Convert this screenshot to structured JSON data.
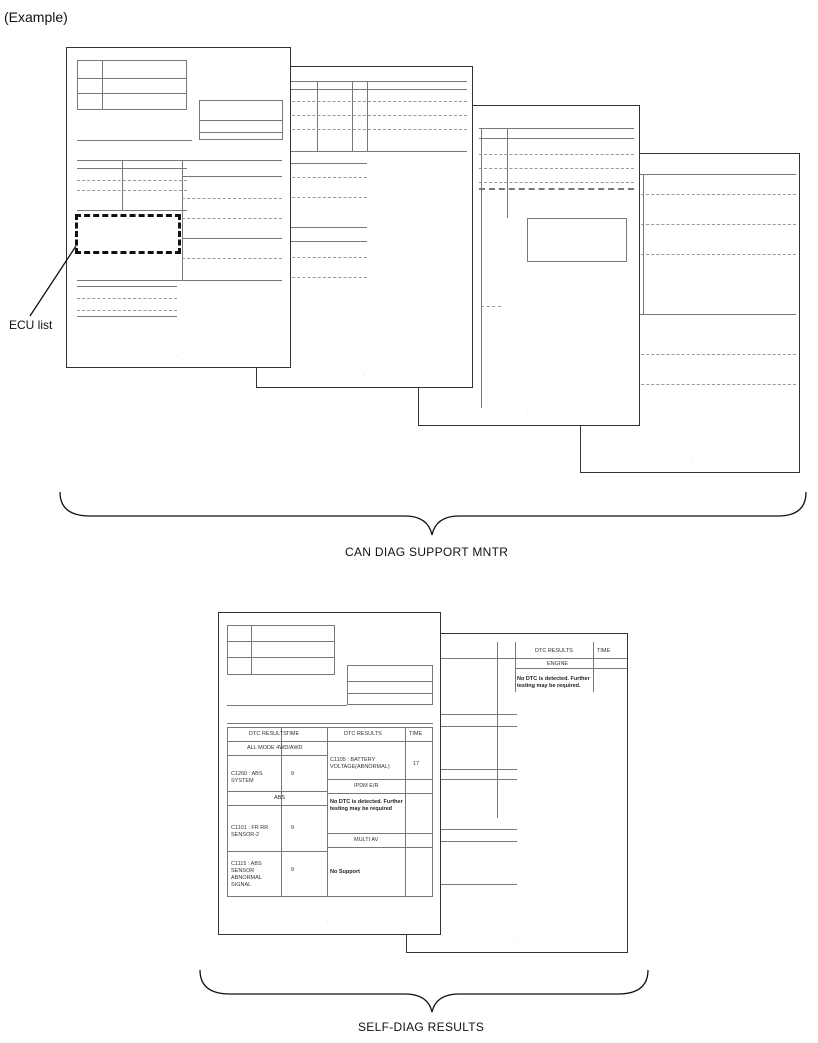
{
  "example_label": "(Example)",
  "callout_label": "ECU list",
  "group_labels": {
    "can": "CAN DIAG SUPPORT MNTR",
    "self": "SELF-DIAG RESULTS"
  },
  "self_diag_front": {
    "col_dtc": "DTC RESULTS",
    "col_time": "TIME",
    "right_col_dtc": "DTC RESULTS",
    "right_col_time": "TIME",
    "section_header": "ALL MODE 4WD/AWD",
    "left_rows": [
      {
        "code": "C1260 : ABS SYSTEM",
        "time": "9"
      },
      {
        "code": "C1101 : FR RR SENSOR-2",
        "time": "9"
      },
      {
        "code": "C1115 : ABS SENSOR ABNORMAL SIGNAL",
        "time": "9"
      }
    ],
    "abs_header": "ABS",
    "right_first_row": {
      "code": "C1105 : BATTERY VOLTAGE(ABNORMAL)",
      "time": "17"
    },
    "right_headers": [
      "IPDM E/R",
      "MULTI AV"
    ],
    "right_rows": [
      "No DTC is detected. Further testing may be required",
      "No Support"
    ]
  },
  "self_diag_back": {
    "col_dtc": "DTC RESULTS",
    "col_time": "TIME",
    "section": "ENGINE",
    "result": "No DTC is detected. Further testing may be required."
  }
}
